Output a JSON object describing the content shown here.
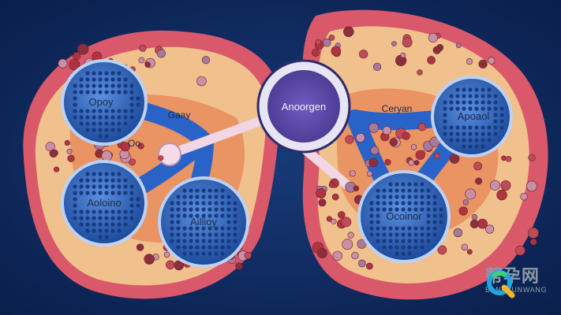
{
  "diagram": {
    "center_label": "Anoorgen",
    "labels": [
      {
        "key": "top_left_lobule",
        "text": "Opoy"
      },
      {
        "key": "small_left",
        "text": "Gaay"
      },
      {
        "key": "oo_left",
        "text": "Oo"
      },
      {
        "key": "bottom_left_lobule",
        "text": "Aoloino"
      },
      {
        "key": "bottom_center_left_lobule",
        "text": "Aillioy"
      },
      {
        "key": "right_arm",
        "text": "Ceryan"
      },
      {
        "key": "top_right_lobule",
        "text": "Apoaol"
      },
      {
        "key": "bottom_right_lobule",
        "text": "Ocoinor"
      }
    ],
    "colors": {
      "background": "#0b2456",
      "tissue_outer": "#e2707d",
      "tissue_inner": "#f3aa8e",
      "lobule_blue": "#2d5fb3",
      "center_circle": "#5a4aa6"
    }
  },
  "watermark": {
    "cn": "帮孕网",
    "en": "BANGYUNWANG",
    "icon": "magnifier-q-icon"
  }
}
